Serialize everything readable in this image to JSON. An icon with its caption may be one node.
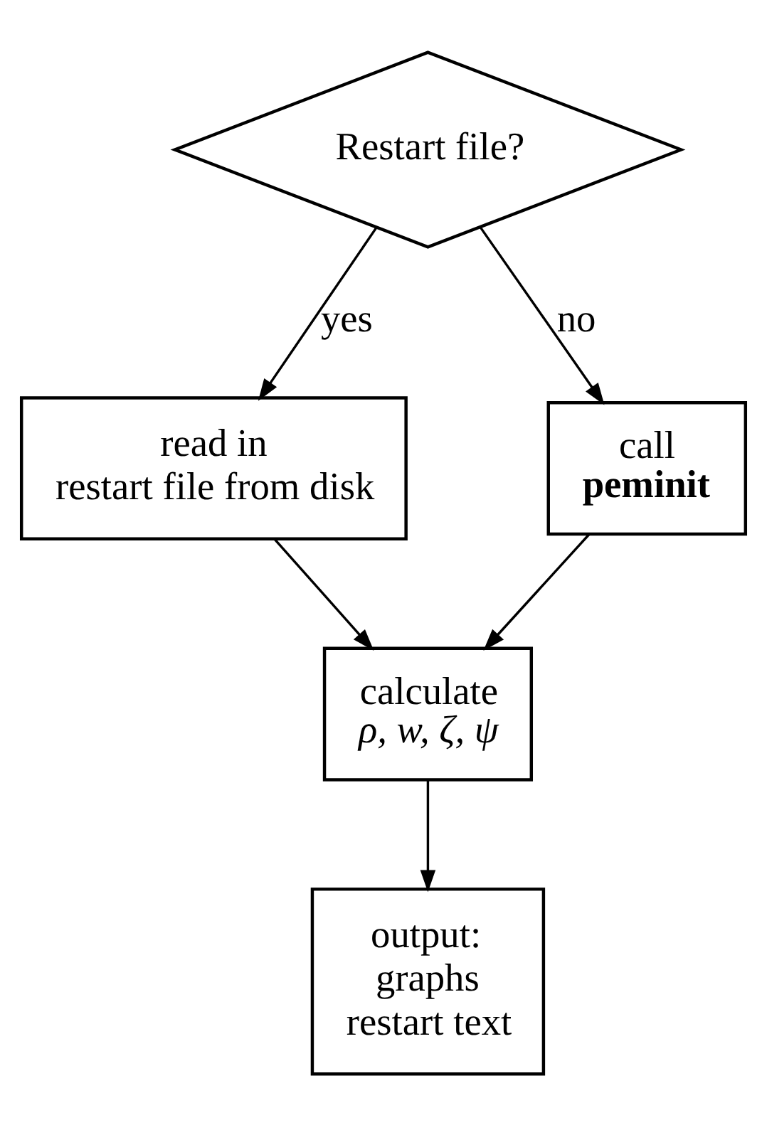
{
  "diagram": {
    "nodes": [
      {
        "text": [
          "Restart file?"
        ]
      },
      {
        "text": [
          "read in restart file from disk"
        ]
      },
      {
        "text": [
          "call **peminit**"
        ]
      },
      {
        "text": [
          "calculate *ρ, w, ζ, ψ*"
        ]
      },
      {
        "text": [
          "output: graphs restart text"
        ]
      }
    ],
    "edges": [
      {
        "from": 0,
        "to": 1,
        "arrow": "to",
        "label": "yes"
      },
      {
        "from": 0,
        "to": 2,
        "arrow": "to",
        "label": "no"
      },
      {
        "from": 1,
        "to": 3,
        "arrow": "to"
      },
      {
        "from": 2,
        "to": 3,
        "arrow": "to"
      },
      {
        "from": 3,
        "to": 4,
        "arrow": "to"
      }
    ]
  }
}
